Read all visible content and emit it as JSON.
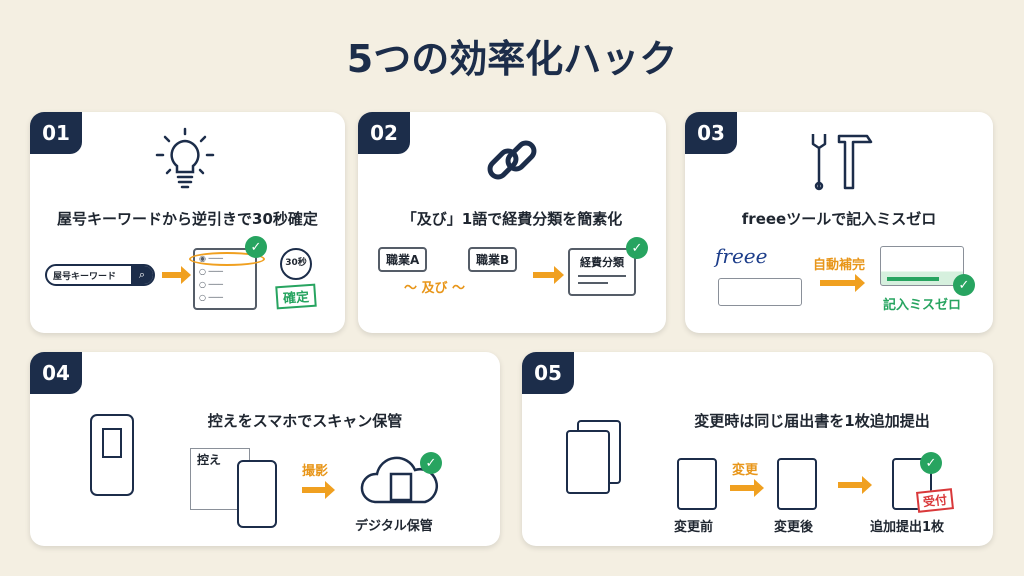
{
  "title": "5つの効率化ハック",
  "colors": {
    "navy": "#1c2d4a",
    "orange": "#f0a020",
    "green": "#27a460",
    "red": "#d9383a"
  },
  "cards": [
    {
      "number": "01",
      "heading": "屋号キーワードから逆引きで30秒確定",
      "icon": "lightbulb-icon",
      "search_text": "屋号キーワード",
      "timer": "30秒",
      "stamp": "確定"
    },
    {
      "number": "02",
      "heading": "「及び」1語で経費分類を簡素化",
      "icon": "link-icon",
      "job_a": "職業A",
      "job_b": "職業B",
      "connector": "〜 及び 〜",
      "result": "経費分類"
    },
    {
      "number": "03",
      "heading": "freeeツールで記入ミスゼロ",
      "icon": "tools-icon",
      "logo": "freee",
      "arrow_label": "自動補完",
      "result": "記入ミスゼロ"
    },
    {
      "number": "04",
      "heading": "控えをスマホでスキャン保管",
      "icon": "smartphone-icon",
      "doc_label": "控え",
      "arrow_label": "撮影",
      "result": "デジタル保管"
    },
    {
      "number": "05",
      "heading": "変更時は同じ届出書を1枚追加提出",
      "icon": "documents-icon",
      "before": "変更前",
      "arrow_label": "変更",
      "after": "変更後",
      "result": "追加提出1枚",
      "stamp": "受付"
    }
  ]
}
